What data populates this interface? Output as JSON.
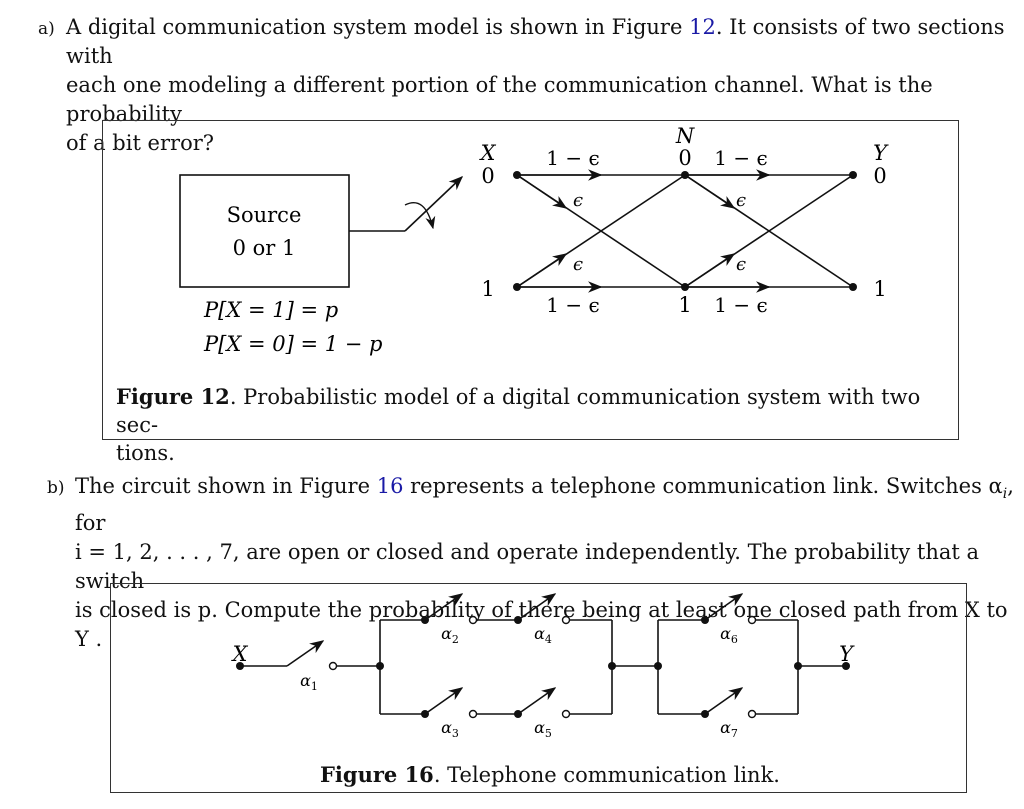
{
  "part_a": {
    "label": "a)",
    "line1_pre": "A digital communication system model is shown in Figure ",
    "fig_ref": "12",
    "line1_post": ". It consists of two sections with",
    "line2": "each one modeling a different portion of the communication channel. What is the probability",
    "line3": "of a bit error?"
  },
  "figure12": {
    "source_line1": "Source",
    "source_line2": "0 or 1",
    "prob1": "P[X = 1] = p",
    "prob2": "P[X = 0] = 1 − p",
    "node_x": "X",
    "node_n": "N",
    "node_y": "Y",
    "bit0": "0",
    "bit1": "1",
    "one_minus_eps": "1 − ϵ",
    "eps": "ϵ",
    "caption_bold": "Figure 12",
    "caption_text": ". Probabilistic model of a digital communication system with two sec-",
    "caption_text2": "tions."
  },
  "part_b": {
    "label": "b)",
    "line1_pre": "The circuit shown in Figure ",
    "fig_ref": "16",
    "line1_post": " represents a telephone communication link. Switches α",
    "line1_sub": "i",
    "line1_end": ", for",
    "line2": "i = 1, 2, . . . , 7, are open or closed and operate independently. The probability that a switch",
    "line3": "is closed is p. Compute the probability of there being at least one closed path from X to Y ."
  },
  "figure16": {
    "node_x": "X",
    "node_y": "Y",
    "switches": [
      "α1",
      "α2",
      "α3",
      "α4",
      "α5",
      "α6",
      "α7"
    ],
    "caption_bold": "Figure 16",
    "caption_text": ". Telephone communication link."
  }
}
